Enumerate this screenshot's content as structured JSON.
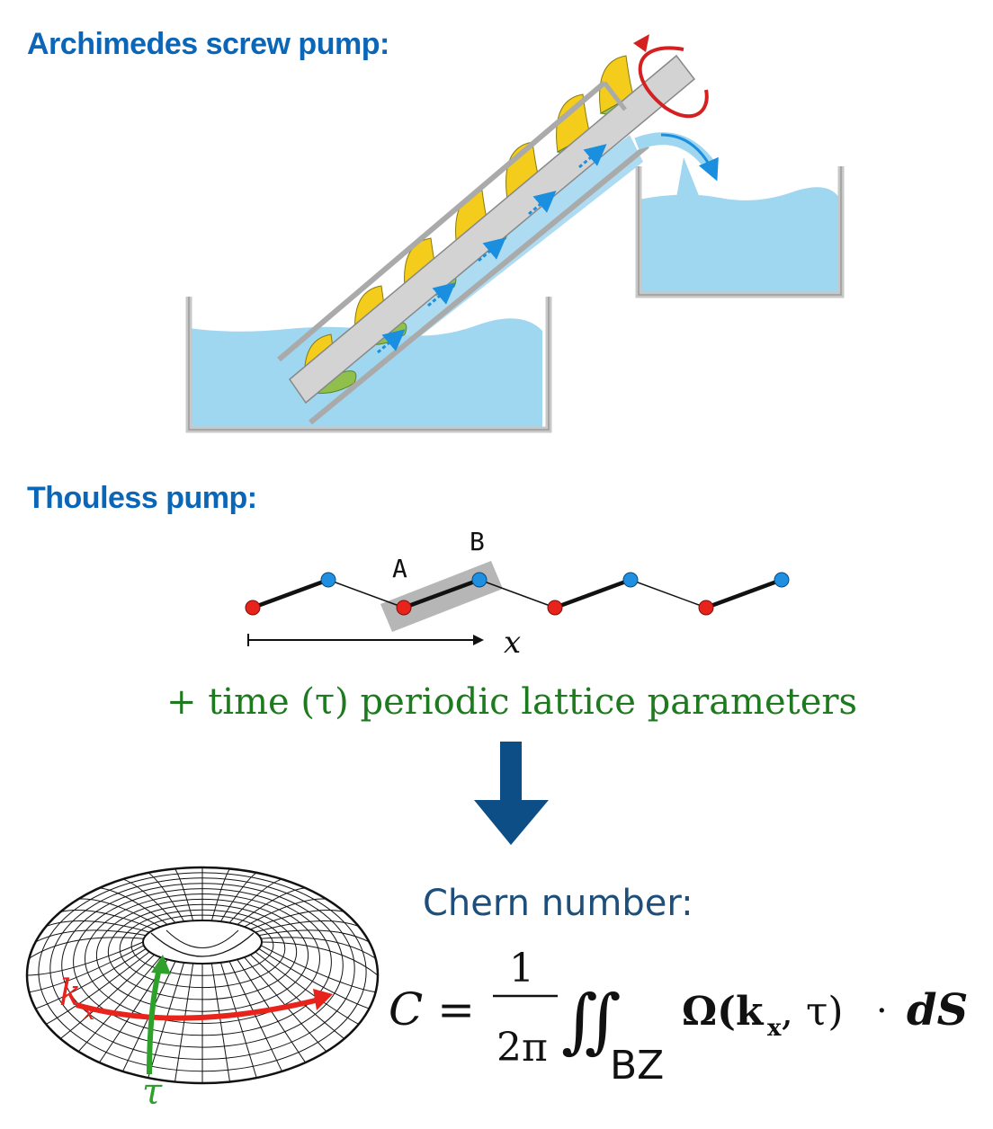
{
  "archimedes": {
    "title": "Archimedes screw pump:"
  },
  "thouless": {
    "title": "Thouless pump:",
    "label_a": "A",
    "label_b": "B",
    "axis_label": "x",
    "note": "+ time (τ) periodic lattice parameters"
  },
  "torus": {
    "kx_label": "k",
    "kx_sub": "x",
    "tau_label": "τ"
  },
  "formula": {
    "title": "Chern number:",
    "lhs": "C =",
    "numerator": "1",
    "denominator": "2π",
    "integral": "∬",
    "domain": "BZ",
    "integrand": "Ω(k",
    "integrand_sub": "x",
    "integrand_rest": ", τ)",
    "dot": "·",
    "surface": "dS"
  },
  "colors": {
    "heading": "#0b66b8",
    "water": "#9fd6f0",
    "blade_yellow": "#f4cc1b",
    "blade_green": "#8fbe3a",
    "site_red": "#e8231b",
    "site_blue": "#1f8fe0",
    "arrow_navy": "#0e4e86",
    "kx_red": "#e8231b",
    "tau_green": "#2fa12a",
    "note_green": "#1e7a1e"
  }
}
